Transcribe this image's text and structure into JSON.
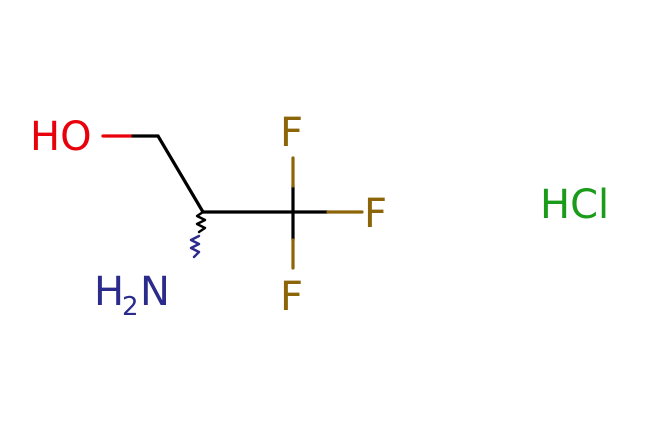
{
  "molecule": {
    "atoms": {
      "oxygen": {
        "text": "HO"
      },
      "nitrogen": {
        "h": "H",
        "sub": "2",
        "n": "N"
      },
      "fluorine_top": {
        "text": "F"
      },
      "fluorine_right": {
        "text": "F"
      },
      "fluorine_bottom": {
        "text": "F"
      }
    },
    "salt": {
      "text": "HCl"
    }
  },
  "colors": {
    "bond": "#000000",
    "oxygen": "#e8000b",
    "nitrogen": "#2b2b8c",
    "fluorine": "#8b6508",
    "chlorine": "#1a9c1a"
  }
}
